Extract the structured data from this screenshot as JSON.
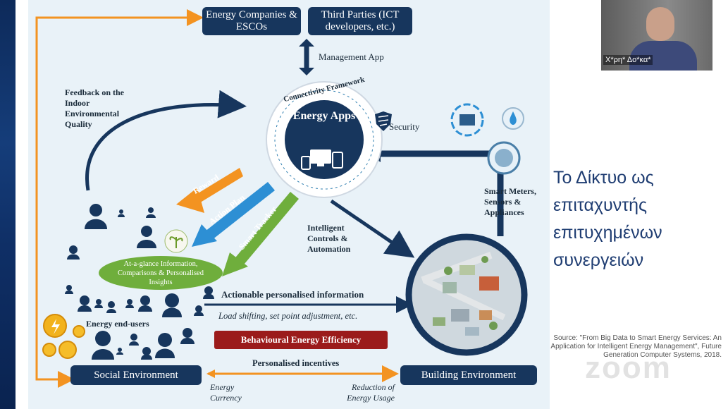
{
  "diagram": {
    "box_energy_companies": "Energy Companies & ESCOs",
    "box_third_parties": "Third Parties (ICT developers, etc.)",
    "management_app": "Management App",
    "feedback_label": "Feedback on the Indoor Environmental Quality",
    "connectivity_framework": "Connectivity Framework",
    "energy_apps": "Energy Apps",
    "security": "Security",
    "smart_meters": "Smart Meters, Sensors & Appliances",
    "reward": "Reward",
    "action_plan": "Action Plan",
    "smart_tracker": "Smart Tracker",
    "intelligent_controls": "Intelligent Controls & Automation",
    "at_a_glance": "At-a-glance Information, Comparisons & Personalised Insights",
    "actionable_info": "Actionable personalised information",
    "load_shifting": "Load shifting, set point adjustment, etc.",
    "energy_end_users": "Energy end-users",
    "behavioural_efficiency": "Behavioural Energy Efficiency",
    "personalised_incentives": "Personalised incentives",
    "social_environment": "Social Environment",
    "building_environment": "Building Environment",
    "energy_currency": "Energy Currency",
    "reduction_usage": "Reduction of Energy Usage"
  },
  "side": {
    "title": "Το Δίκτυο ως επιταχυντής επιτυχημένων συνεργειών",
    "source": "Source: \"From Big Data to Smart Energy Services: An Application for Intelligent Energy Management\", Future Generation Computer Systems, 2018."
  },
  "webcam": {
    "participant_name": "X*ρη* Δο*κα*"
  },
  "watermark": "zoom",
  "colors": {
    "navy": "#17365d",
    "orange": "#f39321",
    "blue": "#2d8fd4",
    "green": "#6fae3c",
    "dark_red": "#9b1b1b",
    "text_blue": "#1f3d72"
  }
}
